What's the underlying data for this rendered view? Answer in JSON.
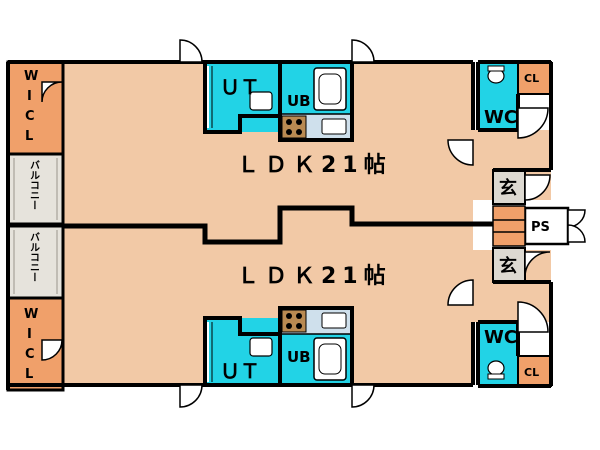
{
  "plan": {
    "units": [
      {
        "ldk": "ＬＤＫ21帖",
        "wcl": [
          "W",
          "I",
          "C",
          "L"
        ],
        "balcony": "バルコニー",
        "ut": "ＵＴ",
        "ub": "UB",
        "wc": "WC",
        "cl": "CL",
        "entrance": "玄"
      },
      {
        "ldk": "ＬＤＫ21帖",
        "wcl": [
          "W",
          "I",
          "C",
          "L"
        ],
        "balcony": "バルコニー",
        "ut": "ＵＴ",
        "ub": "UB",
        "wc": "WC",
        "cl": "CL",
        "entrance": "玄"
      }
    ],
    "ps": "PS",
    "colors": {
      "living": "#f2c9a6",
      "closet": "#f0a06a",
      "wet": "#22d3e6",
      "balcony": "#e6e3dc",
      "wall": "#000000",
      "counter": "#cfe0ec",
      "fixture": "#ffffff"
    }
  }
}
